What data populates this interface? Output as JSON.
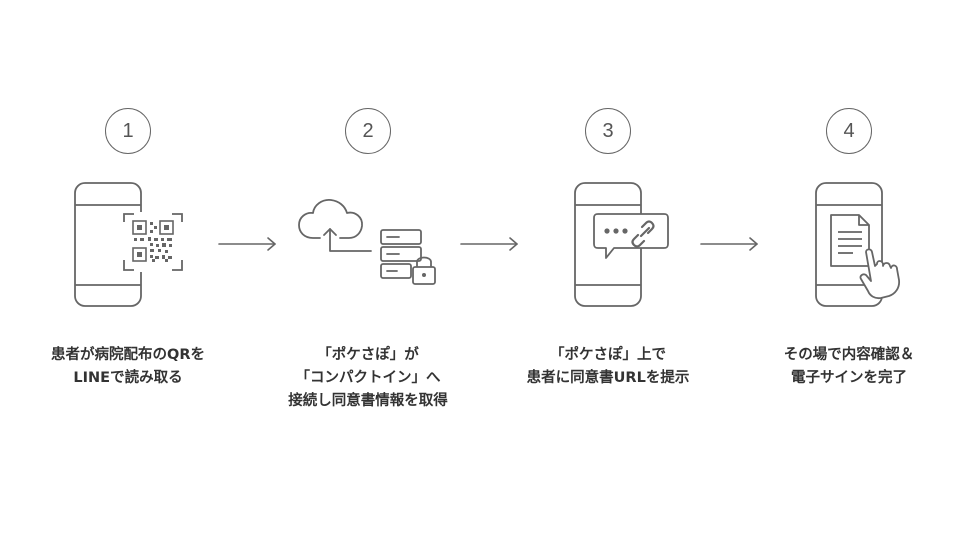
{
  "steps": [
    {
      "number": "1",
      "icon": "phone-qr-code-icon",
      "lines": [
        "患者が病院配布のQRを",
        "LINEで読み取る"
      ]
    },
    {
      "number": "2",
      "icon": "cloud-upload-server-lock-icon",
      "lines": [
        "「ポケさぽ」が",
        "「コンパクトイン」へ",
        "接続し同意書情報を取得"
      ]
    },
    {
      "number": "3",
      "icon": "phone-chat-link-icon",
      "lines": [
        "「ポケさぽ」上で",
        "患者に同意書URLを提示"
      ]
    },
    {
      "number": "4",
      "icon": "phone-document-sign-icon",
      "lines": [
        "その場で内容確認＆",
        "電子サインを完了"
      ]
    }
  ],
  "colors": {
    "stroke": "#666666",
    "text": "#333333"
  }
}
